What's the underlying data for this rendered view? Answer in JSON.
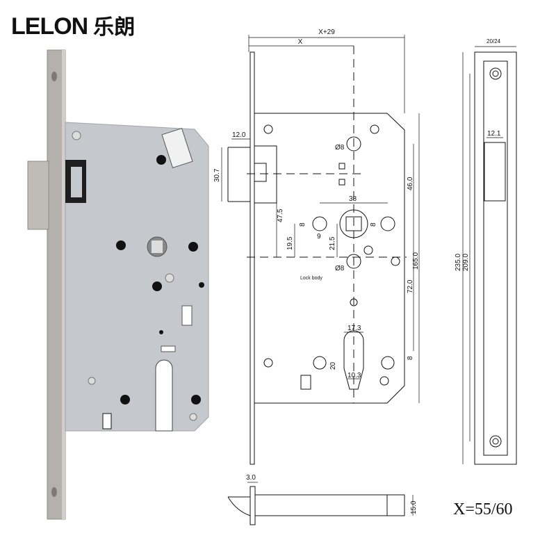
{
  "brand": {
    "logo_text": "LELON",
    "logo_cn": "乐朗"
  },
  "colors": {
    "lock_body": "#c5c9cd",
    "faceplate": "#b4b0ab",
    "line": "#111111"
  },
  "front_view": {
    "width_total": "X+29",
    "backset": "X",
    "latch_depth": "12.0",
    "latch_height": "30.7",
    "hole_top": "Ø8",
    "hole_bottom": "Ø8",
    "dist_top_to_handle": "46.0",
    "handle_span": "38",
    "latch_to_lock_axis": "47.5",
    "slot_height": "8",
    "slot_width": "9",
    "square_size": "8",
    "axis_to_hole": "19.5",
    "spindle_to_hole": "21.5",
    "body_height": "165.0",
    "handle_to_cylinder": "72.0",
    "lock_body_label": "Lock body",
    "cylinder_width": "17.3",
    "cylinder_height": "20",
    "cylinder_neck": "10.3",
    "cylinder_offset": "8"
  },
  "side_view": {
    "faceplate_width": "20/24",
    "latch_width": "12.1",
    "faceplate_length": "235.0",
    "screw_spacing": "209.0"
  },
  "bottom_view": {
    "faceplate_thickness": "3.0",
    "height": "15.0"
  },
  "backset_options": "X=55/60"
}
